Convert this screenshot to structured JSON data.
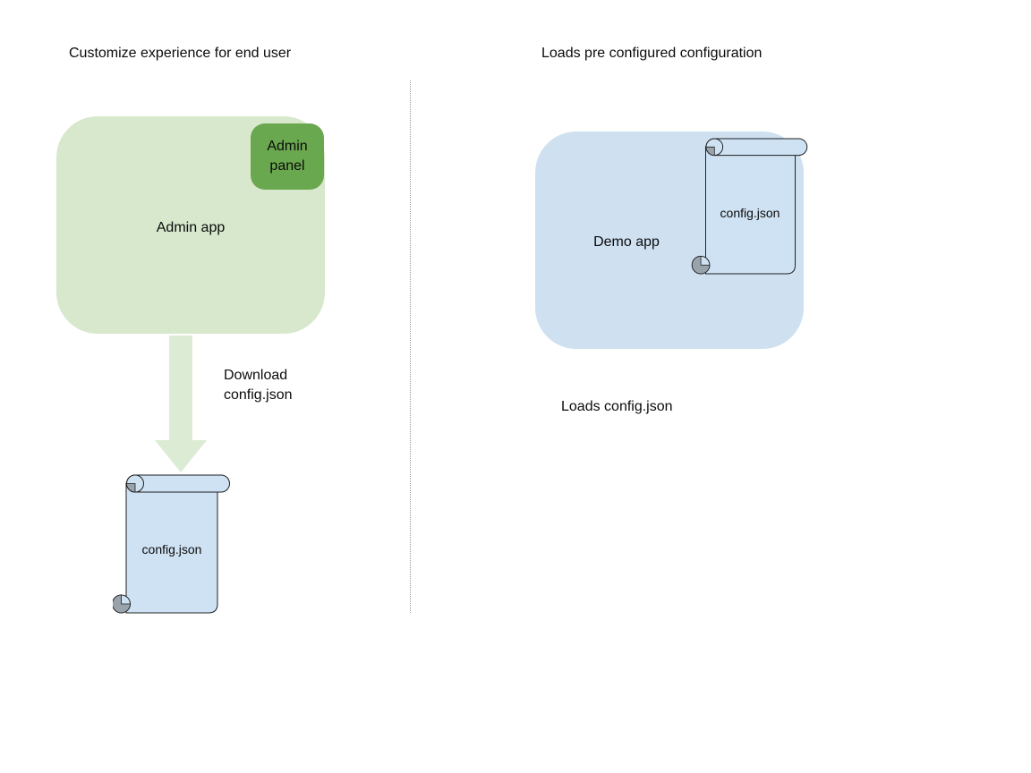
{
  "left_section": {
    "title": "Customize experience for end user",
    "admin_app_label": "Admin app",
    "admin_panel_label": "Admin panel",
    "arrow_label": "Download config.json",
    "config_file_label": "config.json"
  },
  "right_section": {
    "title": "Loads pre configured configuration",
    "demo_app_label": "Demo app",
    "config_file_label": "config.json",
    "caption": "Loads config.json"
  },
  "colors": {
    "admin_box": "#d7e8cd",
    "admin_panel": "#6aa84f",
    "arrow": "#dcebd3",
    "demo_box": "#cfe0f1",
    "scroll_fill": "#cfe2f3",
    "scroll_stroke": "#1f1f1f",
    "scroll_curl": "#98a3ac",
    "divider": "#999999",
    "text": "#0b0b0b"
  }
}
